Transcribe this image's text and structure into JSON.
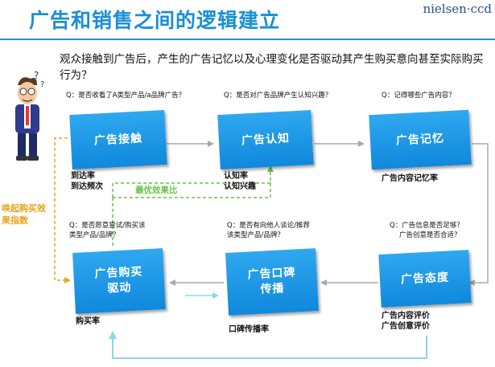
{
  "header": {
    "title": "广告和销售之间的逻辑建立",
    "brand": "nielsen·ccd"
  },
  "main_question": "观众接触到广告后，产生的广告记忆以及心理变化是否驱动其产生购买意向甚至实际购买行为？",
  "side_label": "唤起购买效果指数",
  "stages": [
    {
      "label": "广告接触",
      "question": "Q：是否收看了A类型产品/a品牌广告？",
      "metrics": [
        "到达率",
        "到达频次"
      ]
    },
    {
      "label": "广告认知",
      "question": "Q：是否对广告品牌产生认知兴趣？",
      "metrics": [
        "认知率",
        "认知兴趣"
      ]
    },
    {
      "label": "广告记忆",
      "question": "Q：记得哪些广告内容？",
      "metrics": [
        "广告内容记忆率"
      ]
    },
    {
      "label": "广告态度",
      "question_lines": [
        "Q：广告信息是否足够？",
        "广告创意是否合适？"
      ],
      "metrics": [
        "广告内容评价",
        "广告创意评价"
      ]
    },
    {
      "label_lines": [
        "广告口碑",
        "传播"
      ],
      "question_lines": [
        "Q：是否有向他人谈论/推荐",
        "该类型产品/品牌？"
      ],
      "metrics": [
        "口碑传播率"
      ]
    },
    {
      "label_lines": [
        "广告购买",
        "驱动"
      ],
      "question_lines": [
        "Q：是否愿意尝试/购买该",
        "类型产品/品牌？"
      ],
      "metrics": [
        "购买率"
      ]
    }
  ],
  "best_effect_label": "最优效果比",
  "colors": {
    "accent": "#1a8fd6",
    "box": "#1a93e3",
    "arrow_gray": "#a8a8a8",
    "dashed_orange": "#e6a51b",
    "dashed_green": "#6cc04a",
    "feedback_blue": "#8fd3ef"
  }
}
